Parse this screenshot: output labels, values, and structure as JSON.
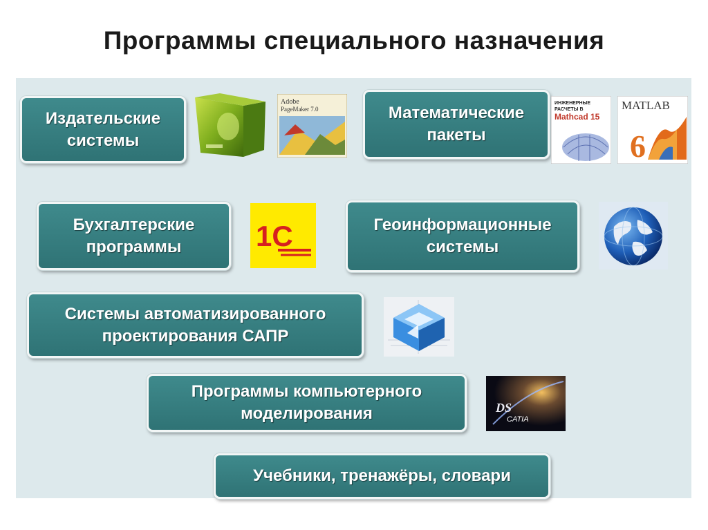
{
  "title": "Программы специального назначения",
  "categories": [
    {
      "label": "Издательские\nсистемы"
    },
    {
      "label": "Математические\nпакеты"
    },
    {
      "label": "Бухгалтерские\nпрограммы"
    },
    {
      "label": "Геоинформационные\nсистемы"
    },
    {
      "label": "Системы автоматизированного\nпроектирования САПР"
    },
    {
      "label": "Программы компьютерного\nмоделирования"
    },
    {
      "label": "Учебники, тренажёры, словари"
    }
  ],
  "images": {
    "pagemaker": {
      "line1": "Adobe",
      "line2": "PageMaker 7.0"
    },
    "mathcad": {
      "line1": "ИНЖЕНЕРНЫЕ",
      "line2": "РАСЧЕТЫ В",
      "line3": "Mathcad 15"
    },
    "matlab": {
      "text": "MATLAB",
      "version": "6"
    },
    "onec": {
      "text": "1С"
    },
    "catia": {
      "text": "CATIA",
      "logo": "DS"
    }
  }
}
